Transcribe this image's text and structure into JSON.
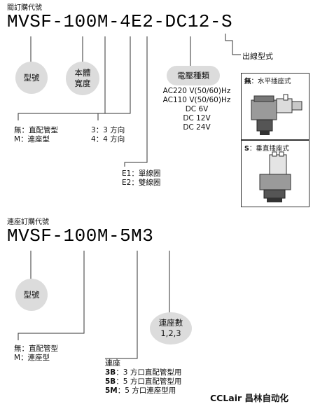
{
  "section1": {
    "title": "閥訂購代號",
    "code_parts": [
      "MVSF",
      "-",
      "100M",
      "-",
      "4",
      "E2",
      "-",
      "DC12",
      "-",
      "S"
    ],
    "circle_model": "型號",
    "circle_size_line1": "本體",
    "circle_size_line2": "寬度",
    "circle_voltage": "電壓種類",
    "voltage_list": [
      "AC220 V(50/60)Hz",
      "AC110 V(50/60)Hz",
      "DC 6V",
      "DC 12V",
      "DC 24V"
    ],
    "outlet_label": "出線型式",
    "piping": [
      {
        "code": "無",
        "text": "：直配管型"
      },
      {
        "code": "M",
        "text": "：連座型"
      }
    ],
    "ways": [
      {
        "code": "3",
        "text": "：3 方向"
      },
      {
        "code": "4",
        "text": "：4 方向"
      }
    ],
    "coil": [
      {
        "code": "E1",
        "text": "：單線圈"
      },
      {
        "code": "E2",
        "text": "：雙線圈"
      }
    ],
    "panel_horizontal": {
      "code": "無",
      "text": "：水平插座式"
    },
    "panel_vertical": {
      "code": "S",
      "text": "：垂直插座式"
    }
  },
  "section2": {
    "title": "連座訂購代號",
    "code_parts": [
      "MVSF",
      "-",
      "100M",
      "-",
      "5M3"
    ],
    "circle_model": "型號",
    "circle_count_line1": "連座數",
    "circle_count_line2": "1,2,3",
    "piping": [
      {
        "code": "無",
        "text": "：直配管型"
      },
      {
        "code": "M",
        "text": "：連座型"
      }
    ],
    "base_label": "連座",
    "bases": [
      {
        "code": "3B",
        "text": "：3 方口直配管型用"
      },
      {
        "code": "5B",
        "text": "：5 方口直配管型用"
      },
      {
        "code": "5M",
        "text": "：5 方口連座型用"
      }
    ]
  },
  "brand": "CCLair 昌林自动化"
}
